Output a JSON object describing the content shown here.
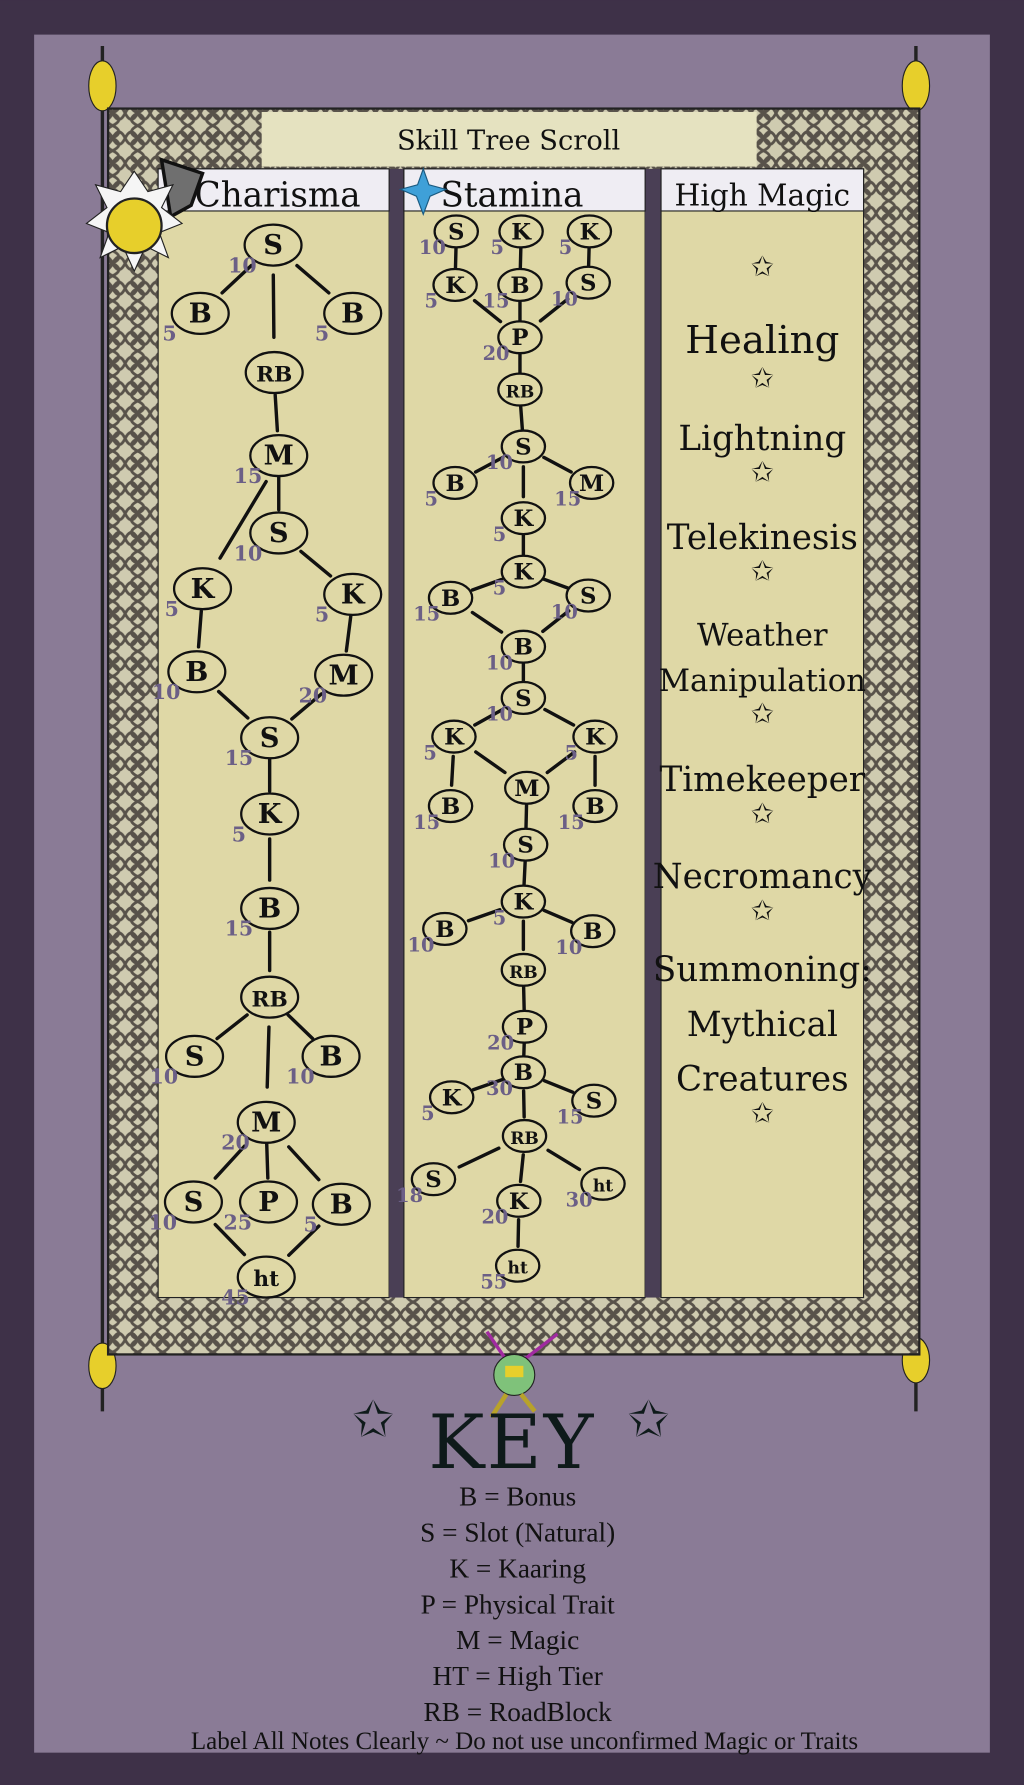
{
  "title": "Skill Tree Scroll",
  "colors": {
    "background": "#8a7b96",
    "vignette": "#3e3148",
    "parchment": "#dfd8a6",
    "header": "#efedf3",
    "border_knot": "#cfcbb0",
    "divider": "#4a3f55",
    "cost_number": "#6b5f86",
    "ink": "#111111"
  },
  "columns": {
    "charisma": {
      "header": "Charisma",
      "header_icon": "shield-icon",
      "nodes": [
        {
          "type": "S",
          "cost": "10"
        },
        {
          "type": "B",
          "cost": "5"
        },
        {
          "type": "B",
          "cost": "5"
        },
        {
          "type": "RB",
          "cost": ""
        },
        {
          "type": "M",
          "cost": "15"
        },
        {
          "type": "S",
          "cost": "10"
        },
        {
          "type": "K",
          "cost": "5"
        },
        {
          "type": "K",
          "cost": "5"
        },
        {
          "type": "B",
          "cost": "10"
        },
        {
          "type": "M",
          "cost": "20"
        },
        {
          "type": "S",
          "cost": "15"
        },
        {
          "type": "K",
          "cost": "5"
        },
        {
          "type": "B",
          "cost": "15"
        },
        {
          "type": "RB",
          "cost": ""
        },
        {
          "type": "S",
          "cost": "10"
        },
        {
          "type": "B",
          "cost": "10"
        },
        {
          "type": "M",
          "cost": "20"
        },
        {
          "type": "S",
          "cost": "10"
        },
        {
          "type": "P",
          "cost": "25"
        },
        {
          "type": "B",
          "cost": "5"
        },
        {
          "type": "ht",
          "cost": "45"
        }
      ],
      "edges": [
        [
          0,
          1
        ],
        [
          0,
          2
        ],
        [
          0,
          3
        ],
        [
          3,
          4
        ],
        [
          4,
          5
        ],
        [
          4,
          6
        ],
        [
          5,
          7
        ],
        [
          6,
          8
        ],
        [
          7,
          9
        ],
        [
          8,
          10
        ],
        [
          9,
          10
        ],
        [
          10,
          11
        ],
        [
          11,
          12
        ],
        [
          12,
          13
        ],
        [
          13,
          14
        ],
        [
          13,
          15
        ],
        [
          13,
          16
        ],
        [
          16,
          17
        ],
        [
          16,
          18
        ],
        [
          16,
          19
        ],
        [
          17,
          20
        ],
        [
          19,
          20
        ]
      ]
    },
    "stamina": {
      "header": "Stamina",
      "header_icon": "star-sparkle-icon",
      "nodes": [
        {
          "type": "S",
          "cost": "10"
        },
        {
          "type": "K",
          "cost": "5"
        },
        {
          "type": "K",
          "cost": "5"
        },
        {
          "type": "K",
          "cost": "5"
        },
        {
          "type": "B",
          "cost": "15"
        },
        {
          "type": "S",
          "cost": "10"
        },
        {
          "type": "P",
          "cost": "20"
        },
        {
          "type": "RB",
          "cost": ""
        },
        {
          "type": "S",
          "cost": "10"
        },
        {
          "type": "B",
          "cost": "5"
        },
        {
          "type": "M",
          "cost": "15"
        },
        {
          "type": "K",
          "cost": "5"
        },
        {
          "type": "K",
          "cost": "5"
        },
        {
          "type": "B",
          "cost": "15"
        },
        {
          "type": "S",
          "cost": "10"
        },
        {
          "type": "B",
          "cost": "10"
        },
        {
          "type": "S",
          "cost": "10"
        },
        {
          "type": "K",
          "cost": "5"
        },
        {
          "type": "K",
          "cost": "5"
        },
        {
          "type": "M",
          "cost": ""
        },
        {
          "type": "B",
          "cost": "15"
        },
        {
          "type": "B",
          "cost": "15"
        },
        {
          "type": "S",
          "cost": "10"
        },
        {
          "type": "K",
          "cost": "5"
        },
        {
          "type": "B",
          "cost": "10"
        },
        {
          "type": "B",
          "cost": "10"
        },
        {
          "type": "RB",
          "cost": ""
        },
        {
          "type": "P",
          "cost": "20"
        },
        {
          "type": "B",
          "cost": "30"
        },
        {
          "type": "K",
          "cost": "5"
        },
        {
          "type": "S",
          "cost": "15"
        },
        {
          "type": "RB",
          "cost": ""
        },
        {
          "type": "S",
          "cost": "18"
        },
        {
          "type": "ht",
          "cost": "30"
        },
        {
          "type": "K",
          "cost": "20"
        },
        {
          "type": "ht",
          "cost": "55"
        }
      ],
      "edges": [
        [
          0,
          3
        ],
        [
          1,
          4
        ],
        [
          2,
          5
        ],
        [
          3,
          6
        ],
        [
          4,
          6
        ],
        [
          5,
          6
        ],
        [
          6,
          7
        ],
        [
          7,
          8
        ],
        [
          8,
          9
        ],
        [
          8,
          10
        ],
        [
          8,
          11
        ],
        [
          11,
          12
        ],
        [
          12,
          13
        ],
        [
          12,
          14
        ],
        [
          13,
          15
        ],
        [
          14,
          15
        ],
        [
          15,
          16
        ],
        [
          16,
          17
        ],
        [
          16,
          18
        ],
        [
          17,
          19
        ],
        [
          18,
          19
        ],
        [
          17,
          20
        ],
        [
          18,
          21
        ],
        [
          19,
          22
        ],
        [
          22,
          23
        ],
        [
          23,
          24
        ],
        [
          23,
          25
        ],
        [
          23,
          26
        ],
        [
          26,
          27
        ],
        [
          27,
          28
        ],
        [
          28,
          29
        ],
        [
          28,
          30
        ],
        [
          28,
          31
        ],
        [
          31,
          32
        ],
        [
          31,
          33
        ],
        [
          31,
          34
        ],
        [
          34,
          35
        ]
      ]
    },
    "high_magic": {
      "header": "High Magic",
      "items": [
        "Healing",
        "Lightning",
        "Telekinesis",
        "Weather Manipulation",
        "Timekeeper",
        "Necromancy",
        "Summoning: Mythical Creatures"
      ]
    }
  },
  "key": {
    "title": "KEY",
    "entries": [
      "B = Bonus",
      "S = Slot (Natural)",
      "K = Kaaring",
      "P = Physical Trait",
      "M = Magic",
      "HT = High Tier",
      "RB = RoadBlock"
    ],
    "footer": "Label All Notes Clearly ~ Do not use unconfirmed Magic or Traits"
  }
}
